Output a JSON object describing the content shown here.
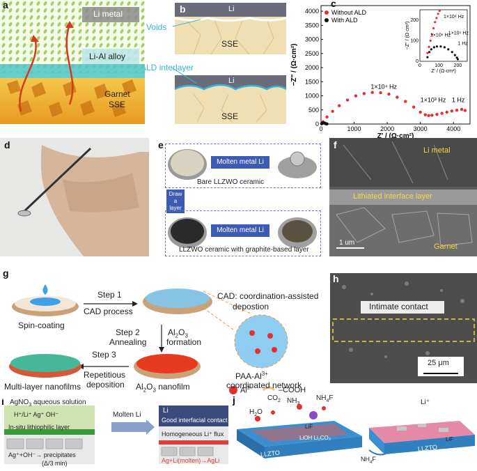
{
  "panels": {
    "a": {
      "label": "a",
      "li_metal": "Li metal",
      "alloy": "Li-Al alloy",
      "sse_line1": "Garnet",
      "sse_line2": "SSE"
    },
    "b": {
      "label": "b",
      "li_top": "Li",
      "voids": "Voids",
      "sse_top": "SSE",
      "ald": "ALD interlayer",
      "li_bottom": "Li",
      "sse_bottom": "SSE"
    },
    "c": {
      "label": "c"
    },
    "d": {
      "label": "d"
    },
    "e": {
      "label": "e",
      "molten1": "Molten  metal Li",
      "bare": "Bare LLZWO ceramic",
      "draw1": "Draw",
      "draw2": "a",
      "draw3": "layer",
      "molten2": "Molten metal Li",
      "graphite": "LLZWO ceramic with graphite-based layer"
    },
    "f": {
      "label": "f",
      "li_metal": "Li metal",
      "interface": "Lithiated interface layer",
      "scale": "1 um",
      "garnet": "Garnet"
    },
    "g": {
      "label": "g",
      "spin": "Spin-coating",
      "step1": "Step 1",
      "cad_process": "CAD process",
      "cad_desc1": "CAD: coordination-assisted",
      "cad_desc2": "depostion",
      "step2a": "Step 2",
      "step2b": "Annealing",
      "al2o3_formation_a": "Al",
      "al2o3_formation_b": "2",
      "al2o3_formation_c": "O",
      "al2o3_formation_d": "3",
      "formation": "formation",
      "network1": "PAA-Al",
      "network_sup": "3+",
      "network2": "coordinated network",
      "al_ion": "Al",
      "al_sup": "3+",
      "cooh": "–COOH",
      "step3": "Step 3",
      "repetitious1": "Repetitious",
      "repetitious2": "deposition",
      "multilayer": "Multi-layer nanofilms",
      "nanofilm_a": "Al",
      "nanofilm_b": "2",
      "nanofilm_c": "O",
      "nanofilm_d": "3",
      "nanofilm_e": " nanofilm"
    },
    "h": {
      "label": "h",
      "contact": "Intimate contact",
      "scale": "25 μm"
    },
    "i": {
      "label": "i",
      "solution": "AgNO",
      "solution_sub": "3",
      "solution_rest": " aqueous solution",
      "ions": "H⁺/Li⁺  Ag⁺  OH⁻",
      "layer": "In-situ lithiophilic layer",
      "reaction": "Ag⁺+OH⁻→ precipitates",
      "time": "(Δ/3 min)",
      "molten": "Molten Li",
      "li": "Li",
      "good": "Good interfacial contact",
      "flux": "Homogeneous Li⁺ flux",
      "reaction2": "Ag+Li(molten)→AgLi"
    },
    "j": {
      "label": "j",
      "co2": "CO",
      "co2_sub": "2",
      "nh3": "NH",
      "nh3_sub": "3",
      "nh4f": "NH",
      "nh4f_sub": "4",
      "nh4f_f": "F",
      "h2o": "H",
      "h2o_sub": "2",
      "h2o_o": "O",
      "llzto": "LLZTO",
      "lioh": "LiOH  Li₂CO₃",
      "lif": "LiF",
      "nh4f_arrow": "NH",
      "nh4f_arrow_sub": "4",
      "nh4f_arrow_f": "F",
      "li_plus": "Li⁺",
      "llzto2": "LLZTO",
      "lif2": "LiF"
    }
  },
  "chart_data": {
    "type": "scatter",
    "xlabel": "Z' / (Ω·cm²)",
    "ylabel": "−Z'' / (Ω·cm²)",
    "xlim": [
      0,
      4500
    ],
    "ylim": [
      0,
      4200
    ],
    "xticks": [
      0,
      1000,
      2000,
      3000,
      4000
    ],
    "yticks": [
      0,
      500,
      1000,
      1500,
      2000,
      2500,
      3000,
      3500,
      4000
    ],
    "legend": "top-left",
    "series": [
      {
        "name": "Without ALD",
        "color": "#e53030",
        "x": [
          60,
          180,
          350,
          550,
          800,
          1050,
          1300,
          1550,
          1800,
          2050,
          2300,
          2550,
          2800,
          3000,
          3150,
          3250,
          3350,
          3500,
          3650,
          3800,
          3950,
          4100,
          4250,
          4350
        ],
        "y": [
          80,
          250,
          450,
          650,
          850,
          1000,
          1080,
          1120,
          1110,
          1060,
          950,
          800,
          600,
          420,
          330,
          300,
          310,
          340,
          380,
          420,
          460,
          490,
          520,
          480
        ]
      },
      {
        "name": "With ALD",
        "color": "#111111",
        "x": [
          20,
          40,
          60,
          80,
          100,
          120,
          140,
          160,
          180
        ],
        "y": [
          10,
          30,
          40,
          40,
          35,
          25,
          15,
          8,
          5
        ]
      }
    ],
    "annotations": [
      "1×10⁴ Hz",
      "1×10³ Hz",
      "1 Hz"
    ],
    "inset": {
      "xlim": [
        0,
        250
      ],
      "ylim": [
        0,
        250
      ],
      "xticks": [
        0,
        100,
        200
      ],
      "yticks": [
        0,
        100,
        200
      ],
      "xlabel": "Z' / (Ω·cm²)",
      "ylabel": "−Z'' / (Ω·cm²)",
      "annotations": [
        "1×10⁴ Hz",
        "1×10⁶ Hz",
        "1×10⁵ Hz",
        "1 Hz"
      ],
      "series": [
        {
          "name": "Without ALD",
          "color": "#e53030",
          "x": [
            40,
            48,
            56,
            64,
            72,
            80,
            88,
            96,
            104
          ],
          "y": [
            40,
            70,
            100,
            130,
            160,
            190,
            210,
            230,
            245
          ]
        },
        {
          "name": "With ALD",
          "color": "#111111",
          "x": [
            40,
            50,
            60,
            75,
            90,
            110,
            130,
            150,
            170,
            185,
            195,
            200
          ],
          "y": [
            20,
            45,
            58,
            68,
            72,
            72,
            68,
            58,
            45,
            30,
            18,
            10
          ]
        }
      ]
    }
  }
}
